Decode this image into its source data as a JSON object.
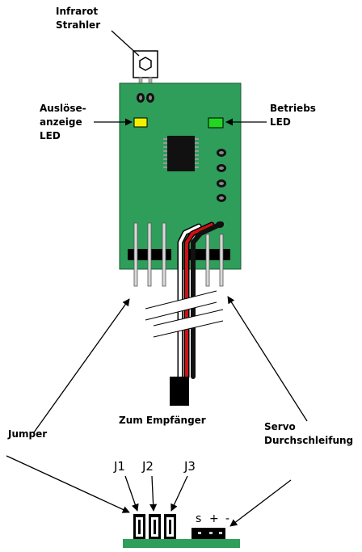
{
  "labels": {
    "ir_emitter": "Infrarot\nStrahler",
    "trigger_led": "Auslöse-\nanzeige\nLED",
    "status_led": "Betriebs\nLED",
    "receiver": "Zum Empfänger",
    "jumper": "Jumper",
    "servo": "Servo\nDurchschleifung"
  },
  "jumpers": [
    "J1",
    "J2",
    "J3"
  ],
  "servo_pins": [
    "s",
    "+",
    "-"
  ],
  "colors": {
    "pcb": "#2e9e5a",
    "pcb_edge": "#1a5c33",
    "trigger_led": "#f2f200",
    "status_led": "#22d622",
    "wire_red": "#d01010",
    "wire_black": "#111111",
    "wire_white": "#ffffff"
  }
}
